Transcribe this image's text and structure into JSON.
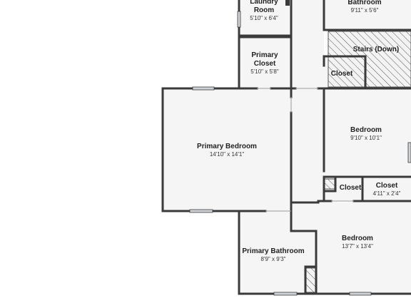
{
  "floorplan": {
    "rooms": {
      "laundry": {
        "name_line1": "Laundry",
        "name_line2": "Room",
        "dims": "5'10\" x 6'4\""
      },
      "bath_top": {
        "name": "Bathroom",
        "dims": "9'11\" x 5'6\""
      },
      "primary_closet": {
        "name_line1": "Primary",
        "name_line2": "Closet",
        "dims": "5'10\" x 5'8\""
      },
      "stairs": {
        "name": "Stairs (Down)"
      },
      "closet_a": {
        "name": "Closet"
      },
      "primary_bedroom": {
        "name": "Primary Bedroom",
        "dims": "14'10\" x 14'1\""
      },
      "bedroom_a": {
        "name": "Bedroom",
        "dims": "9'10\" x 10'1\""
      },
      "closet_b": {
        "name": "Closet"
      },
      "closet_c": {
        "name": "Closet",
        "dims": "4'11\" x 2'4\""
      },
      "primary_bath": {
        "name": "Primary Bathroom",
        "dims": "8'9\" x 9'3\""
      },
      "bedroom_b": {
        "name": "Bedroom",
        "dims": "13'7\" x 13'4\""
      }
    },
    "colors": {
      "wall": "#3a3a3a",
      "floor": "#f5f5f5",
      "window": "#cfd3d6",
      "hatch": "#555555"
    }
  }
}
